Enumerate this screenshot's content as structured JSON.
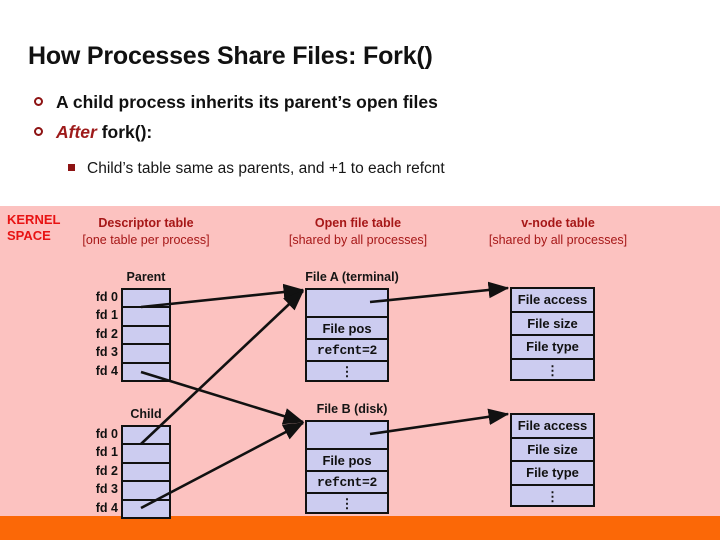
{
  "slide": {
    "title": "How Processes Share Files: Fork()",
    "bullets": [
      {
        "text": "A child process inherits its parent’s open files"
      },
      {
        "emphasis": "After",
        "text": " fork():"
      }
    ],
    "subbullet": "Child’s table same as parents, and +1 to each refcnt",
    "kernel_space_label_line1": "KERNEL",
    "kernel_space_label_line2": "SPACE"
  },
  "columns": [
    {
      "heading": "Descriptor table",
      "subheading": "[one table per process]"
    },
    {
      "heading": "Open file table",
      "subheading": "[shared by all processes]"
    },
    {
      "heading": "v-node table",
      "subheading": "[shared by all processes]"
    }
  ],
  "descriptor_tables": [
    {
      "label": "Parent",
      "fds": [
        "fd 0",
        "fd 1",
        "fd 2",
        "fd 3",
        "fd 4"
      ]
    },
    {
      "label": "Child",
      "fds": [
        "fd 0",
        "fd 1",
        "fd 2",
        "fd 3",
        "fd 4"
      ]
    }
  ],
  "open_file_tables": [
    {
      "label": "File A (terminal)",
      "rows": [
        "",
        "File pos",
        "refcnt=2",
        "⋮"
      ]
    },
    {
      "label": "File B (disk)",
      "rows": [
        "",
        "File pos",
        "refcnt=2",
        "⋮"
      ]
    }
  ],
  "vnode_tables": [
    {
      "rows": [
        "File access",
        "File size",
        "File type",
        "⋮"
      ]
    },
    {
      "rows": [
        "File access",
        "File size",
        "File type",
        "⋮"
      ]
    }
  ],
  "colors": {
    "kernel_band": "#fcc2c0",
    "bottom_bar": "#fb6807",
    "table_fill": "#ccccf0",
    "heading_red": "#a61717",
    "kernel_label_red": "#e81313",
    "bullet_red": "#8d1313",
    "emphasis_red": "#9e1b1b",
    "outline": "#111111"
  }
}
